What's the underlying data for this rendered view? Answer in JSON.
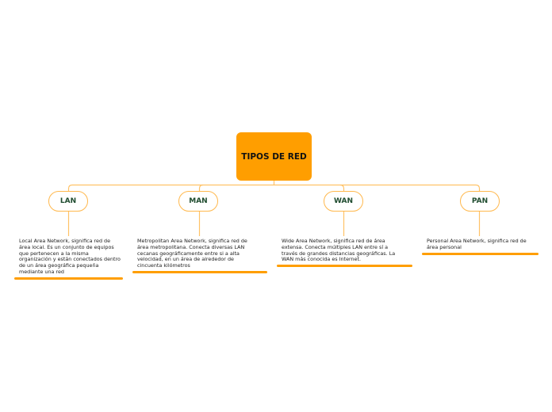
{
  "root": {
    "label": "TIPOS DE RED",
    "color": "#ff9e00"
  },
  "connector_color": "#ffc266",
  "children": [
    {
      "label": "LAN",
      "description": "Local Area Network, significa red de área local. Es un conjunto de equipos que pertenecen a la misma organización y están conectados dentro de un área geográfica pequeña mediante una red"
    },
    {
      "label": "MAN",
      "description": "Metropolitan Area Network, significa red de área metropolitana. Conecta diversas LAN cecanas geográficamente entre si a alta velocidad, en un área de alrededor de cincuenta kilómetros"
    },
    {
      "label": "WAN",
      "description": "Wide Area Network, significa red de área extensa. Conecta múltiples LAN entre sí a través de grandes distancias geográficas. La WAN más conocida es Internet."
    },
    {
      "label": "PAN",
      "description": "Personal Area Network, significa red de área personal"
    }
  ]
}
